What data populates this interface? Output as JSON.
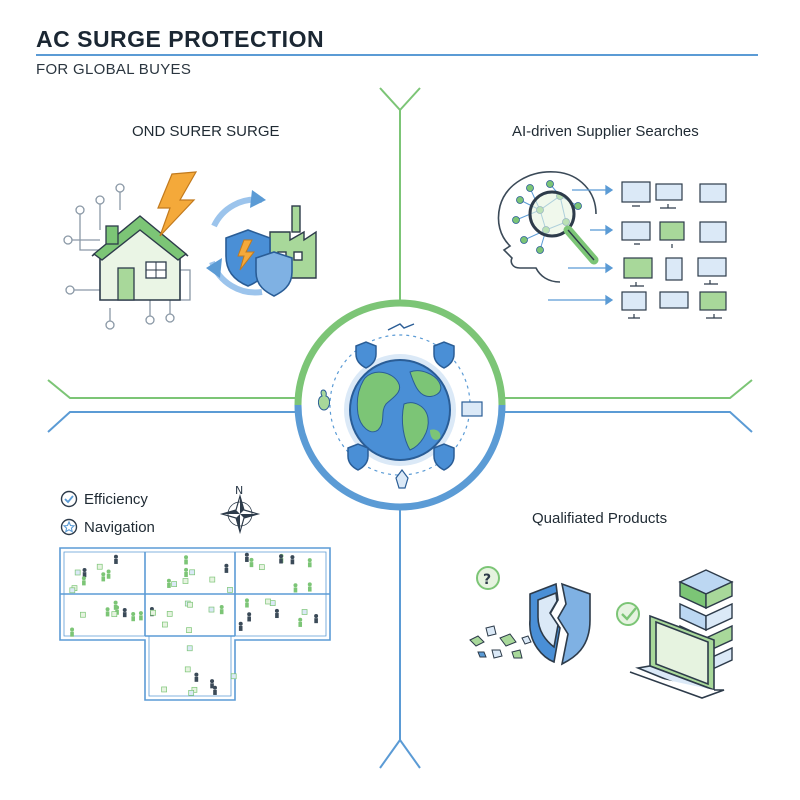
{
  "header": {
    "title": "AC SURGE PROTECTION",
    "subtitle": "FOR GLOBAL BUYES"
  },
  "quadrants": {
    "top_left": {
      "label": "OND SURER SURGE"
    },
    "top_right": {
      "label": "AI-driven Supplier Searches"
    },
    "bottom_left": {
      "legend": [
        {
          "label": "Efficiency",
          "icon": "check-circle-icon"
        },
        {
          "label": "Navigation",
          "icon": "star-badge-icon"
        }
      ],
      "compass_label": "N"
    },
    "bottom_right": {
      "label": "Qualifiated Products"
    }
  },
  "colors": {
    "green": "#7cc576",
    "blue": "#5b9bd5",
    "dark": "#1f2a33",
    "light_green": "#a8d89a",
    "light_blue": "#bcd7f2"
  }
}
